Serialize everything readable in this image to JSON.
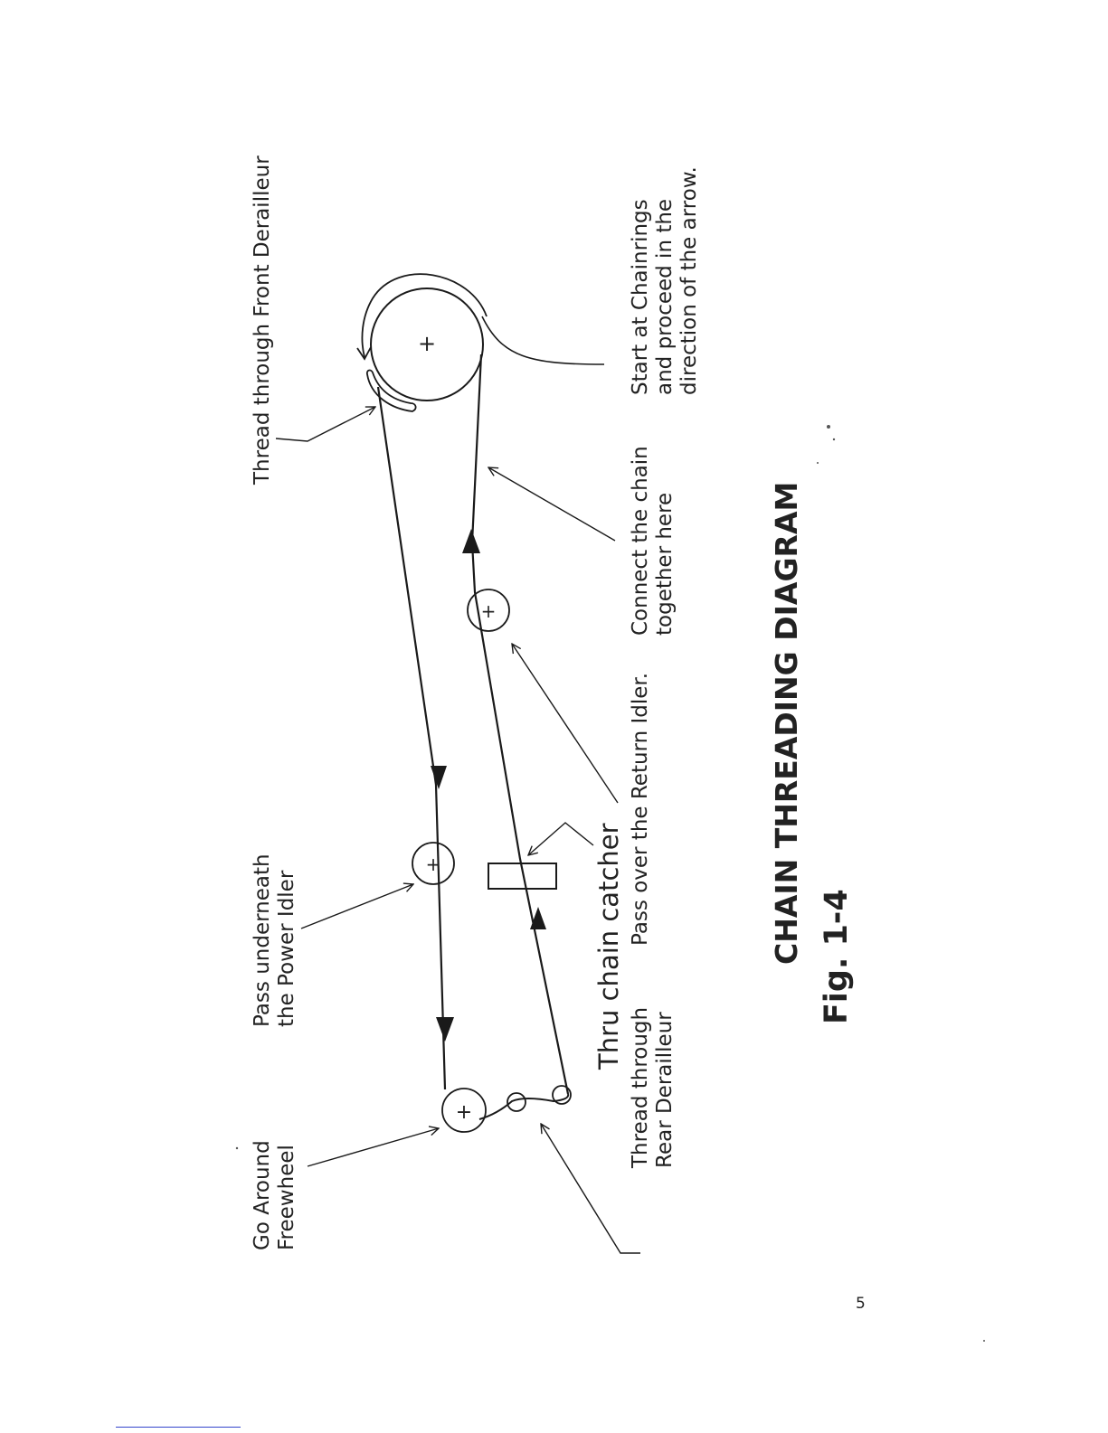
{
  "diagram": {
    "title": "CHAIN THREADING DIAGRAM",
    "figure_label": "Fig. 1-4",
    "page_number": "5",
    "labels": {
      "front_derailleur": "Thread through Front Derailleur",
      "chainrings": [
        "Start at Chainrings",
        "and proceed in the",
        "direction of the arrow."
      ],
      "connect_chain": [
        "Connect the chain",
        "together here"
      ],
      "power_idler": [
        "Pass underneath",
        "the Power Idler"
      ],
      "return_idler": "Pass over the Return Idler.",
      "chain_catcher": "Thru chain catcher",
      "rear_derailleur": [
        "Thread through",
        "Rear Derailleur"
      ],
      "freewheel": [
        "Go Around",
        "Freewheel"
      ]
    }
  }
}
